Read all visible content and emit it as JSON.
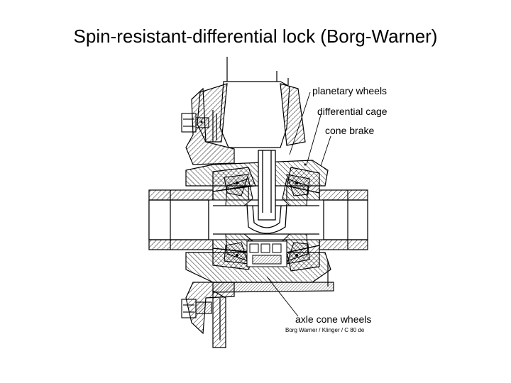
{
  "slide": {
    "title": "Spin-resistant-differential lock (Borg-Warner)"
  },
  "diagram": {
    "labels": {
      "planetary_wheels": "planetary wheels",
      "differential_cage": "differential cage",
      "cone_brake": "cone brake",
      "axle_cone_wheels": "axle cone wheels"
    },
    "credit": "Borg Warner / Klinger / C 80 de"
  }
}
